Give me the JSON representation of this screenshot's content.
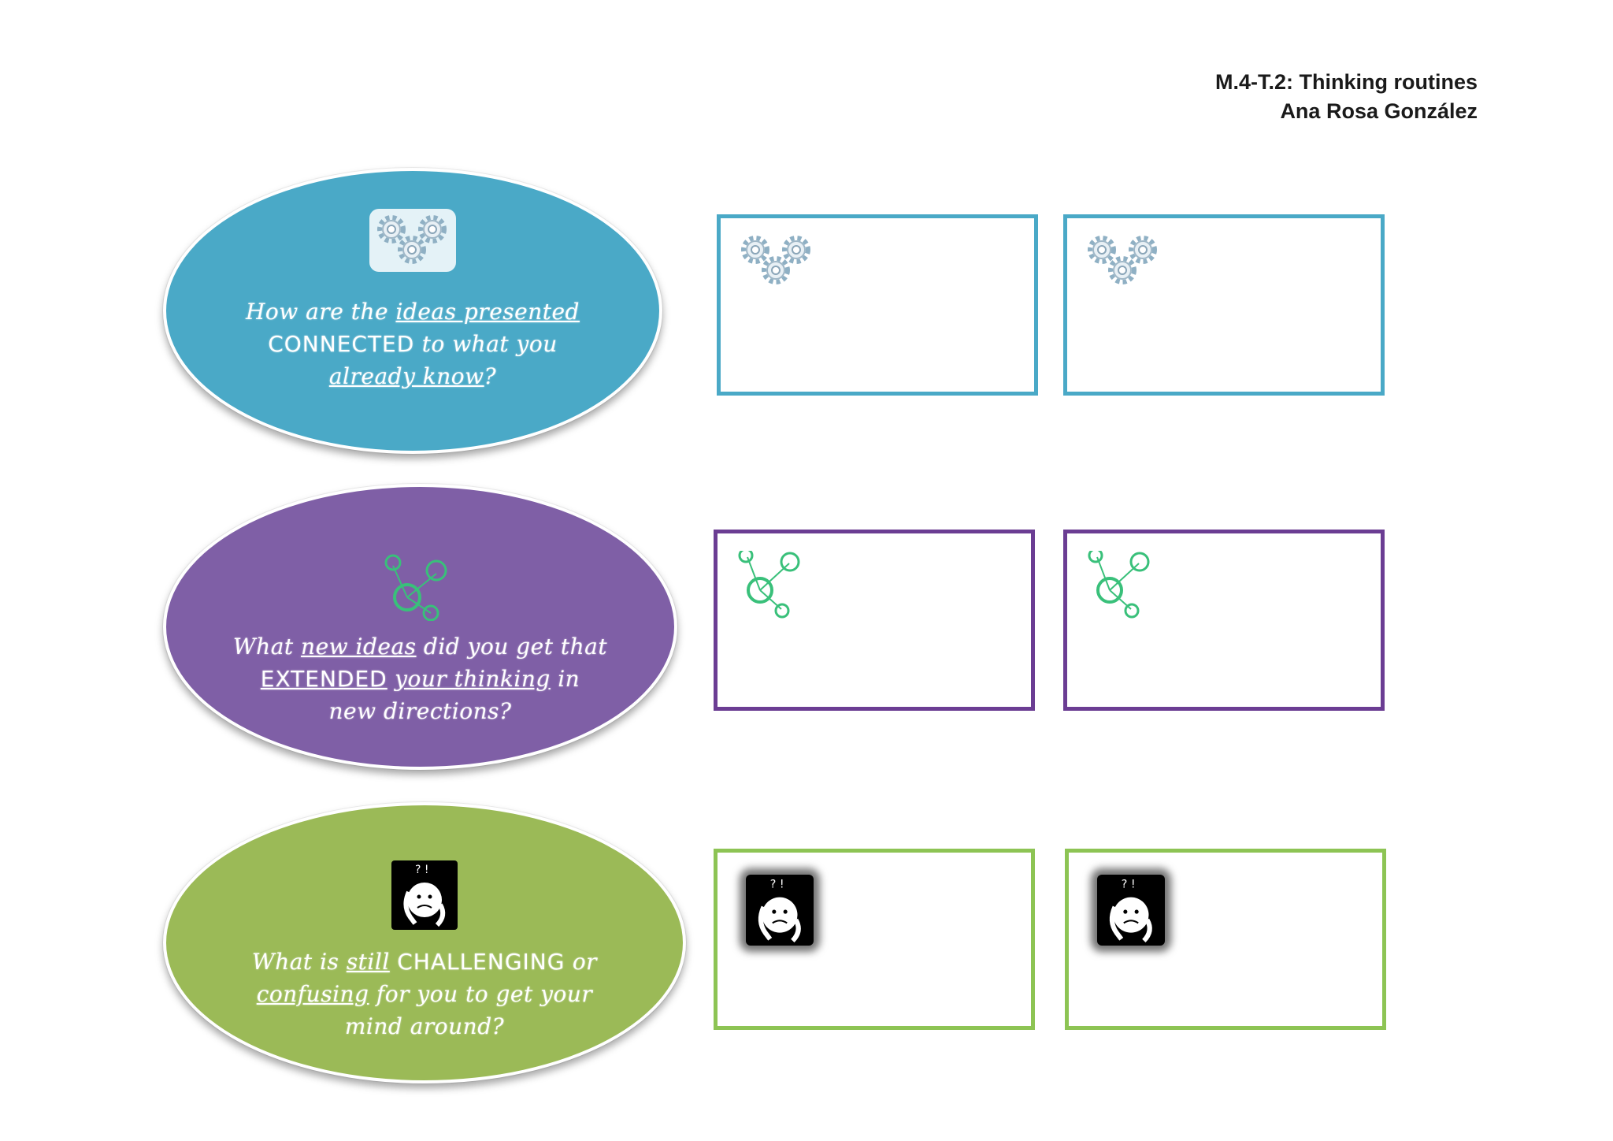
{
  "header": {
    "line1": "M.4-T.2: Thinking routines",
    "line2": "Ana Rosa González"
  },
  "rows": [
    {
      "color": "#4aa9c7",
      "icon": "gears-icon",
      "question_parts": [
        "How are the ",
        "ideas presented",
        "CONNECTED",
        " to what you ",
        "already know",
        "?"
      ]
    },
    {
      "color": "#7f5fa6",
      "icon": "molecule-icon",
      "question_parts": [
        "What ",
        "new ideas",
        " did you get that ",
        "EXTENDED",
        "your thinking",
        " in ",
        "new directions?"
      ]
    },
    {
      "color": "#9bba57",
      "icon": "confused-face-icon",
      "question_parts": [
        "What is ",
        "still",
        "CHALLENGING",
        " or ",
        "confusing",
        " for you to get your ",
        "mind around?"
      ]
    }
  ]
}
